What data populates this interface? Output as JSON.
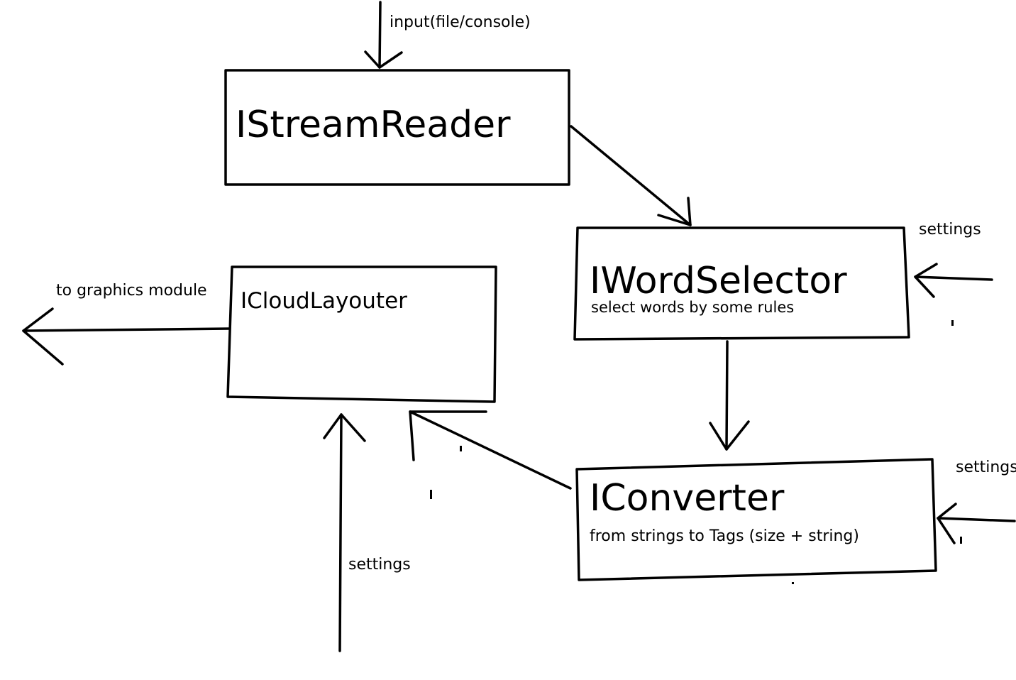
{
  "diagram": {
    "input_label": "input(file/console)",
    "nodes": {
      "stream_reader": {
        "title": "IStreamReader",
        "subtitle": ""
      },
      "word_selector": {
        "title": "IWordSelector",
        "subtitle": "select words by some rules"
      },
      "cloud_layouter": {
        "title": "ICloudLayouter",
        "subtitle": ""
      },
      "converter": {
        "title": "IConverter",
        "subtitle": "from strings to Tags (size + string)"
      }
    },
    "edges": [
      {
        "from": "input",
        "to": "stream_reader",
        "label": "input(file/console)"
      },
      {
        "from": "stream_reader",
        "to": "word_selector",
        "label": ""
      },
      {
        "from": "word_selector",
        "to": "converter",
        "label": ""
      },
      {
        "from": "converter",
        "to": "cloud_layouter",
        "label": ""
      },
      {
        "from": "cloud_layouter",
        "to": "output",
        "label": "to graphics module"
      },
      {
        "from": "settings",
        "to": "word_selector",
        "label": "settings"
      },
      {
        "from": "settings",
        "to": "converter",
        "label": "settings"
      },
      {
        "from": "settings",
        "to": "cloud_layouter",
        "label": "settings"
      }
    ],
    "labels": {
      "output": "to graphics module",
      "settings_word_selector": "settings",
      "settings_converter": "settings",
      "settings_cloud_layouter": "settings"
    }
  }
}
